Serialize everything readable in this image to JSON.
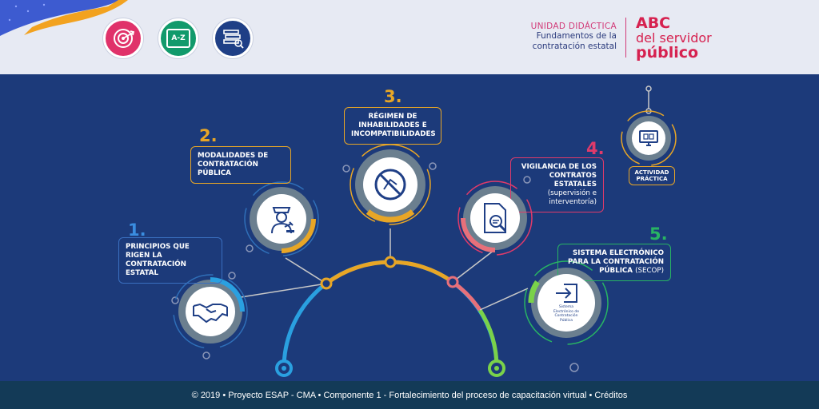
{
  "header": {
    "unit_label": "UNIDAD DIDÁCTICA",
    "unit_line1": "Fundamentos de la",
    "unit_line2": "contratación estatal",
    "brand_abc": "ABC",
    "brand_line2": "del servidor",
    "brand_line3": "público",
    "nav": [
      {
        "icon": "target-icon",
        "color": "#e0326a"
      },
      {
        "icon": "glossary-az-icon",
        "label": "A-Z",
        "color": "#119a6b"
      },
      {
        "icon": "books-icon",
        "color": "#1f3f86"
      }
    ]
  },
  "topics": [
    {
      "number": "1.",
      "title": "PRINCIPIOS QUE RIGEN LA CONTRATACIÓN ESTATAL",
      "icon": "handshake-icon",
      "color": "#3a8de0"
    },
    {
      "number": "2.",
      "title": "MODALIDADES DE CONTRATACIÓN PÚBLICA",
      "icon": "judge-icon",
      "color": "#e8a626"
    },
    {
      "number": "3.",
      "title": "RÉGIMEN DE INHABILIDADES E INCOMPATIBILIDADES",
      "icon": "prohibited-icon",
      "color": "#e8a626"
    },
    {
      "number": "4.",
      "title": "VIGILANCIA DE LOS CONTRATOS ESTATALES",
      "subtitle": "(supervisión e interventoría)",
      "icon": "document-search-icon",
      "color": "#e03a6a"
    },
    {
      "number": "5.",
      "title": "SISTEMA ELECTRÓNICO PARA LA CONTRATACIÓN PÚBLICA",
      "subtitle": "(SECOP)",
      "icon": "login-icon",
      "icon_caption": "Sistema Electrónico de Contratación Pública",
      "color": "#28b463"
    }
  ],
  "activity": {
    "label": "ACTIVIDAD PRÁCTICA",
    "icon": "monitor-icon",
    "color": "#e8a626"
  },
  "footer": {
    "text": "© 2019 • Proyecto ESAP - CMA • Componente 1 - Fortalecimiento del proceso de capacitación virtual • Créditos"
  }
}
